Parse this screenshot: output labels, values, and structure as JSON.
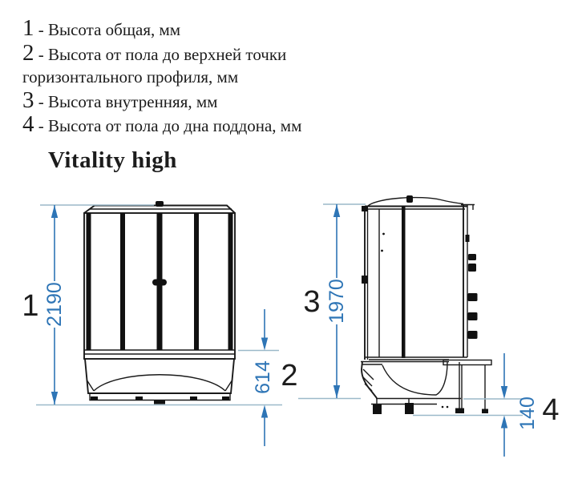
{
  "legend": {
    "items": [
      {
        "num": "1",
        "text": "- Высота общая, мм"
      },
      {
        "num": "2",
        "text": "- Высота от пола до верхней точки горизонтального профиля, мм"
      },
      {
        "num": "3",
        "text": "- Высота внутренняя, мм"
      },
      {
        "num": "4",
        "text": "- Высота от пола до дна поддона, мм"
      }
    ],
    "title": "Vitality high"
  },
  "drawings": {
    "front_view": {
      "label_total_height": "1",
      "dim_total_height": "2190",
      "label_profile_height": "2",
      "dim_profile_height": "614"
    },
    "side_view": {
      "label_internal_height": "3",
      "dim_internal_height": "1970",
      "label_tray_height": "4",
      "dim_tray_height": "140"
    }
  },
  "colors": {
    "dimension_blue": "#2e75b6",
    "extension_light_blue": "#9bb9c9",
    "drawing_black": "#1a1a1a",
    "background": "#ffffff"
  }
}
